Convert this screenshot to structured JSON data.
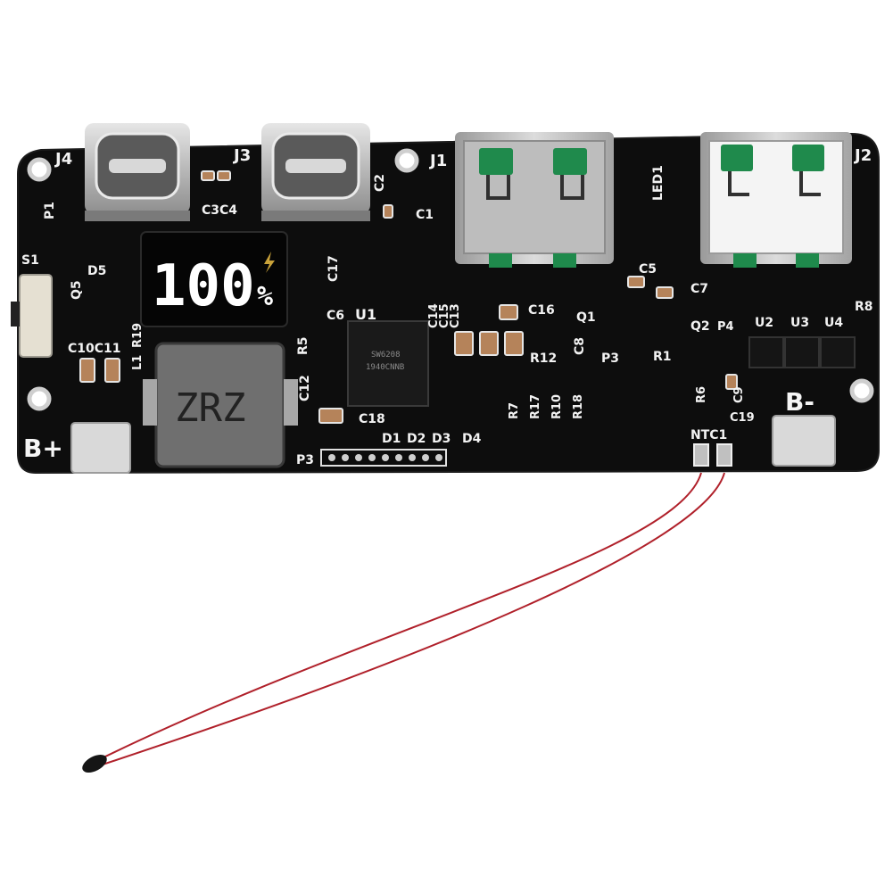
{
  "board": {
    "connectors": {
      "j4": "J4",
      "j3": "J3",
      "j1": "J1",
      "j2": "J2"
    },
    "display": {
      "digits": "100",
      "unit": "%"
    },
    "inductor_marking": "ZRZ",
    "ic_marking": {
      "line1": "SW6208",
      "line2": "1940CNNB"
    },
    "terminals": {
      "b_plus": "B+",
      "b_minus": "B-"
    },
    "labels": {
      "c3c4": "C3C4",
      "c2": "C2",
      "c1": "C1",
      "led1": "LED1",
      "p1": "P1",
      "s1": "S1",
      "d5": "D5",
      "q5": "Q5",
      "c10c11": "C10C11",
      "l1": "L1",
      "r19": "R19",
      "c17": "C17",
      "c6": "C6",
      "u1": "U1",
      "r5": "R5",
      "c12": "C12",
      "c18": "C18",
      "c14": "C14",
      "c15": "C15",
      "c13": "C13",
      "c16": "C16",
      "q1": "Q1",
      "c5": "C5",
      "c7": "C7",
      "r12": "R12",
      "c8": "C8",
      "p3_top": "P3",
      "r1": "R1",
      "q2": "Q2",
      "p4": "P4",
      "u2": "U2",
      "u3": "U3",
      "u4": "U4",
      "r8": "R8",
      "r6": "R6",
      "c9": "C9",
      "c19": "C19",
      "ntc1": "NTC1",
      "r7": "R7",
      "r17": "R17",
      "r10": "R10",
      "r18": "R18",
      "d1": "D1",
      "d2": "D2",
      "d3": "D3",
      "d4": "D4",
      "p3_bottom": "P3"
    }
  },
  "colors": {
    "pcb": "#0d0d0d",
    "silkscreen": "#f2f2f2",
    "metal": "#c8c8c8",
    "usb_tongue_green": "#1f8a4c",
    "wire": "#b0202a",
    "thermistor": "#151515",
    "smd_cap": "#b5835a"
  }
}
